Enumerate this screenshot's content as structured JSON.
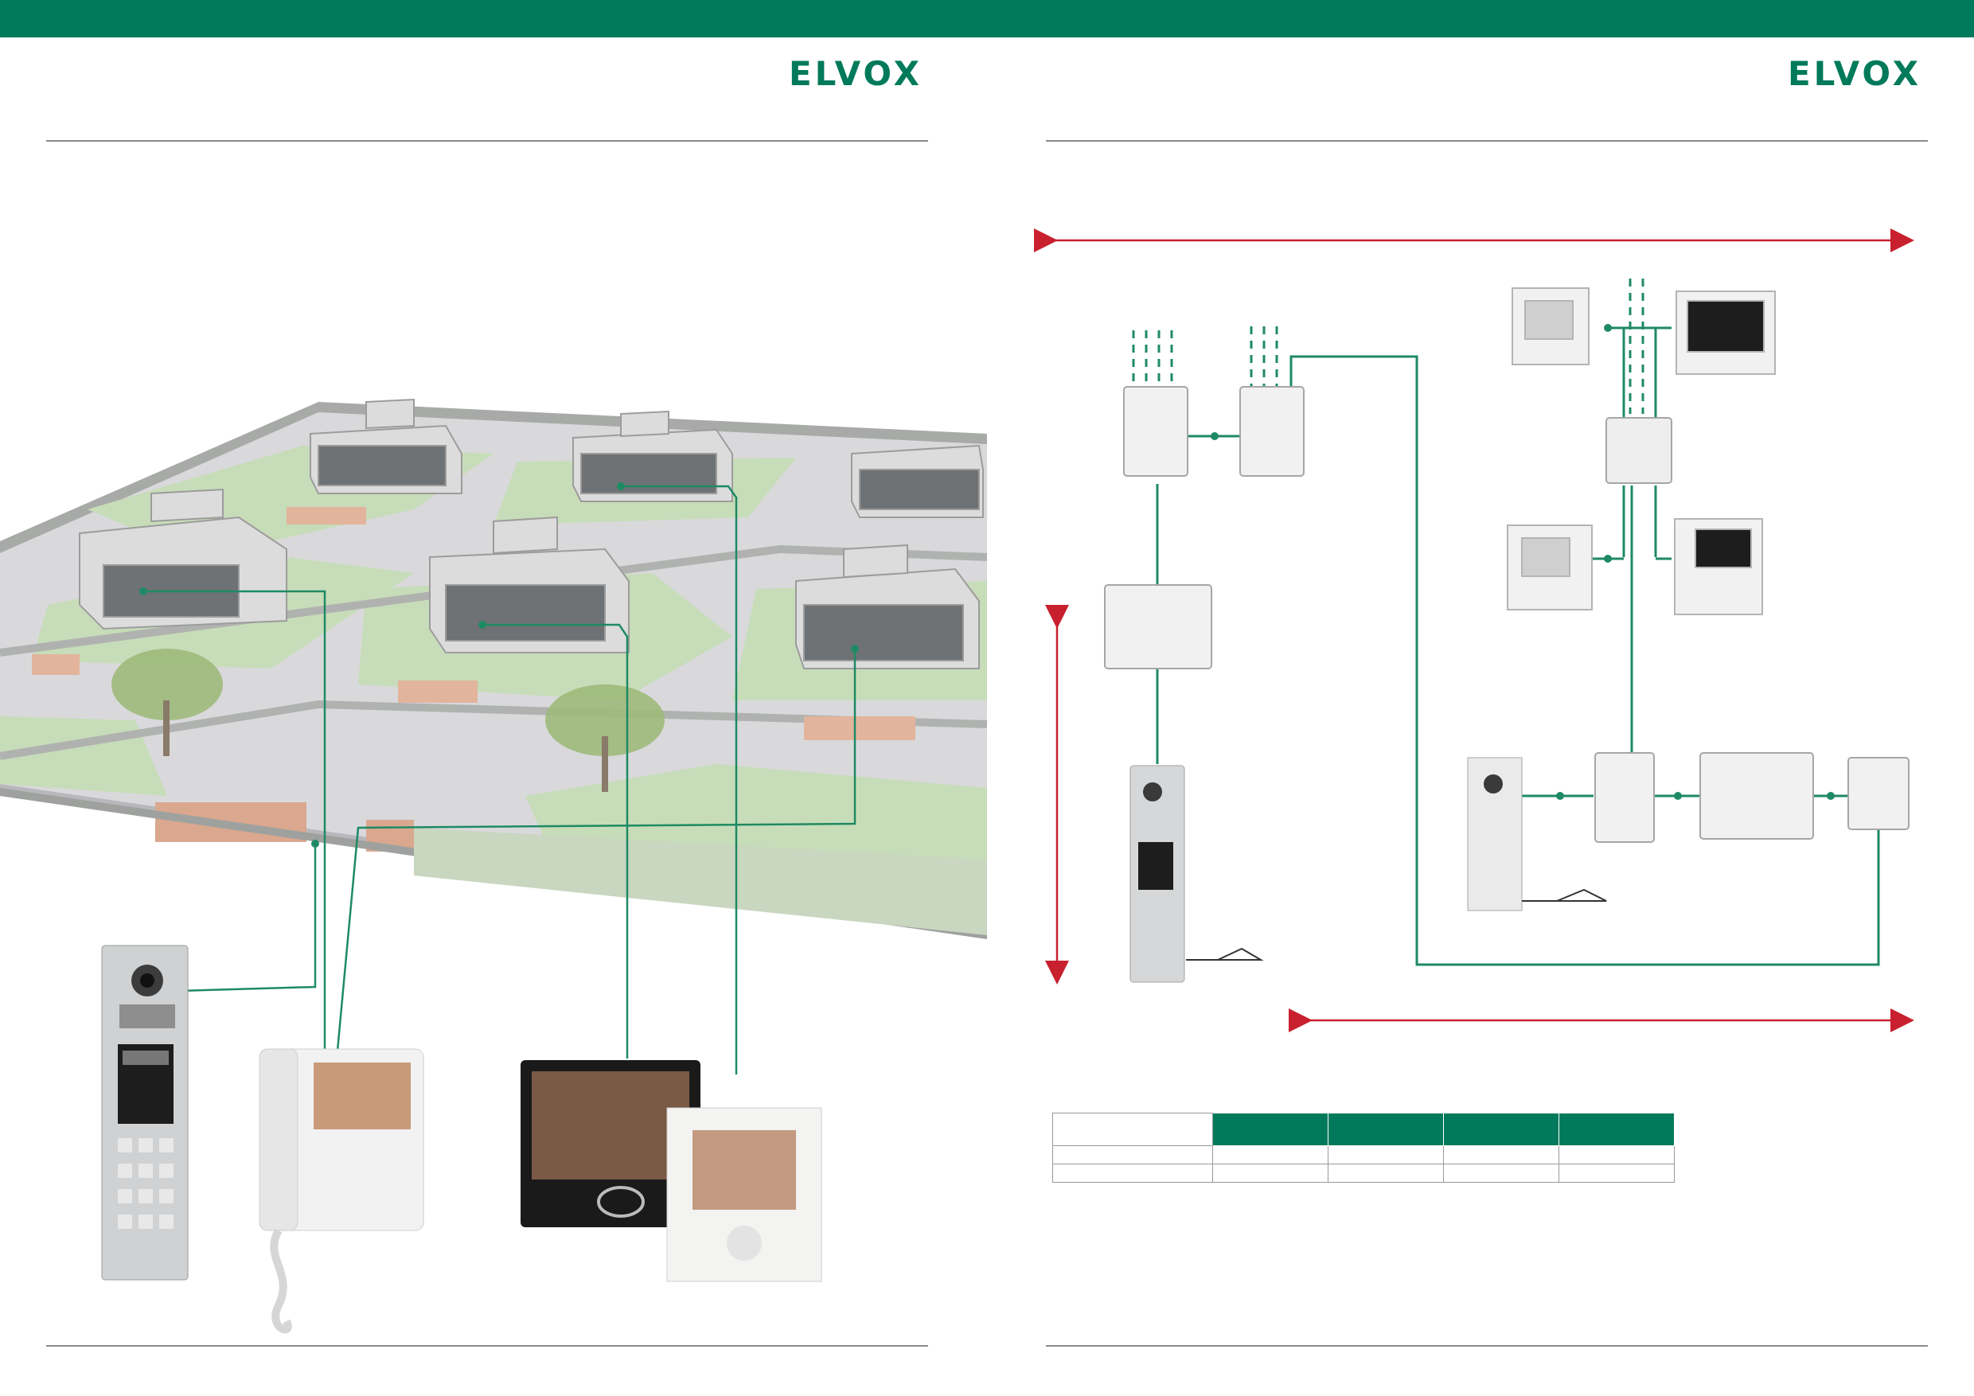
{
  "brand": {
    "logo_text": "ELVOX",
    "primary_green": "#007a5a",
    "accent_red": "#c8202e"
  },
  "left_page": {
    "illustration": "residential-complex-aerial-view",
    "devices": [
      "outdoor-entrance-panel",
      "handset-video-monitor",
      "black-video-monitor",
      "white-video-monitor"
    ]
  },
  "right_page": {
    "diagram": "system-wiring-diagram",
    "devices": [
      "power-supply",
      "video-distributor",
      "entrance-panel",
      "indoor-monitor",
      "handset-monitor"
    ]
  },
  "table": {
    "columns": 5,
    "rows": 2
  }
}
